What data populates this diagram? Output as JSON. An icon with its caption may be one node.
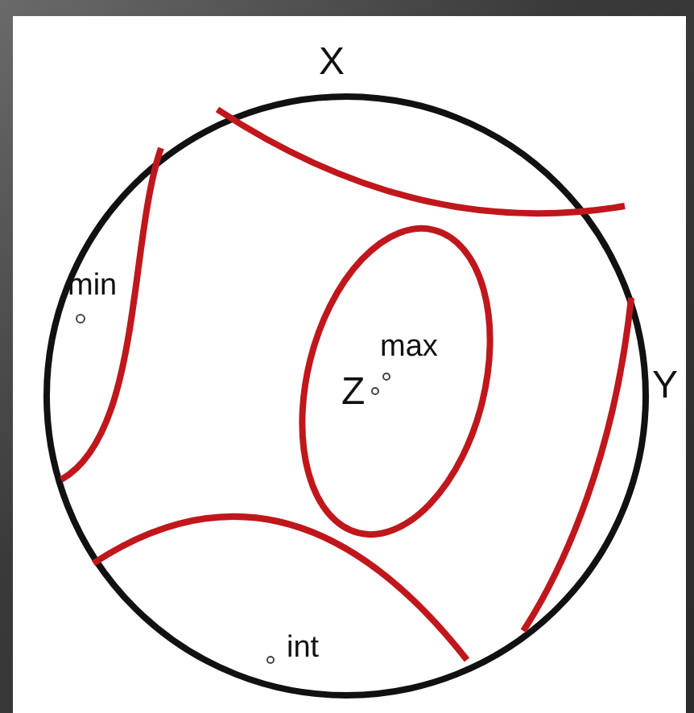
{
  "diagram": {
    "labels": [
      "X",
      "min",
      "max",
      "Z",
      "Y",
      "int"
    ]
  }
}
